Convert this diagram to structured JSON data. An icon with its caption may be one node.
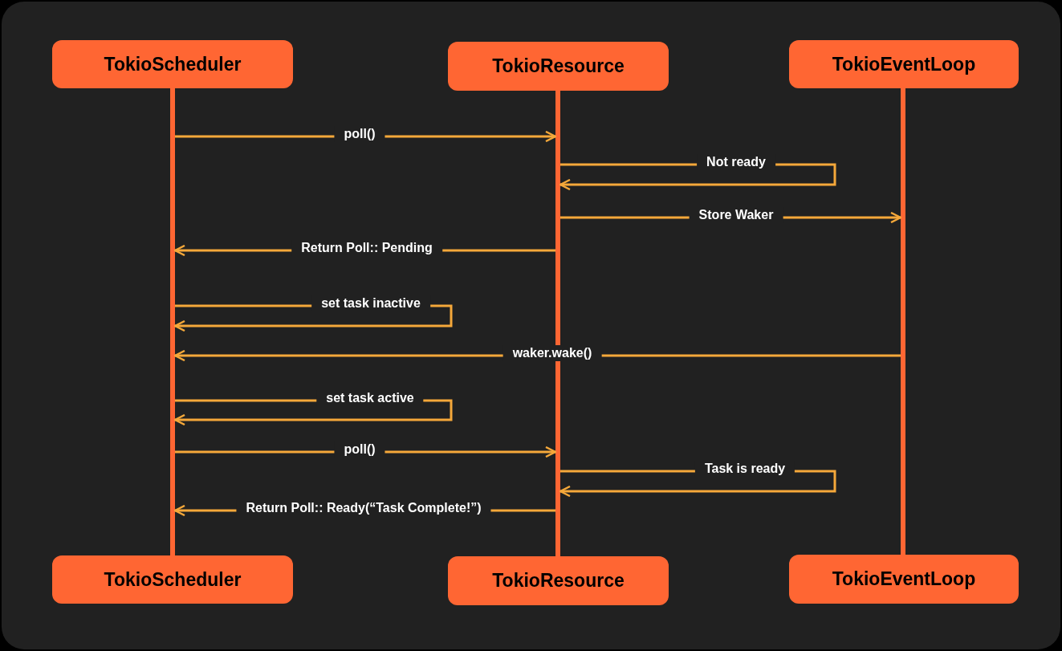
{
  "diagram": {
    "nodes": [
      {
        "text": [
          "TokioScheduler"
        ]
      },
      {
        "text": [
          "TokioResource"
        ]
      },
      {
        "text": [
          "TokioEventLoop"
        ]
      },
      {
        "text": [],
        "shape": "bar"
      },
      {
        "text": [],
        "shape": "bar"
      },
      {
        "text": [],
        "shape": "bar"
      },
      {
        "text": [
          "TokioScheduler"
        ]
      },
      {
        "text": [
          "TokioResource"
        ]
      },
      {
        "text": [
          "TokioEventLoop"
        ]
      }
    ],
    "edges": [
      {
        "from": 3,
        "to": 4,
        "arrow": "to",
        "label": "poll()"
      },
      {
        "from": 4,
        "to": 4,
        "arrow": "to",
        "label": "Not ready"
      },
      {
        "from": 4,
        "to": 5,
        "arrow": "to",
        "label": "Store Waker"
      },
      {
        "from": 4,
        "to": 3,
        "arrow": "to",
        "label": "Return Poll:: Pending"
      },
      {
        "from": 3,
        "to": 3,
        "arrow": "to",
        "label": "set task inactive"
      },
      {
        "from": 5,
        "to": 3,
        "arrow": "to",
        "label": "waker.wake()"
      },
      {
        "from": 3,
        "to": 3,
        "arrow": "to",
        "label": "set task active"
      },
      {
        "from": 3,
        "to": 4,
        "arrow": "to",
        "label": "poll()"
      },
      {
        "from": 4,
        "to": 4,
        "arrow": "to",
        "label": "Task is ready"
      },
      {
        "from": 4,
        "to": 3,
        "arrow": "to",
        "label": "Return Poll:: Ready(“Task Complete!”)"
      }
    ]
  }
}
